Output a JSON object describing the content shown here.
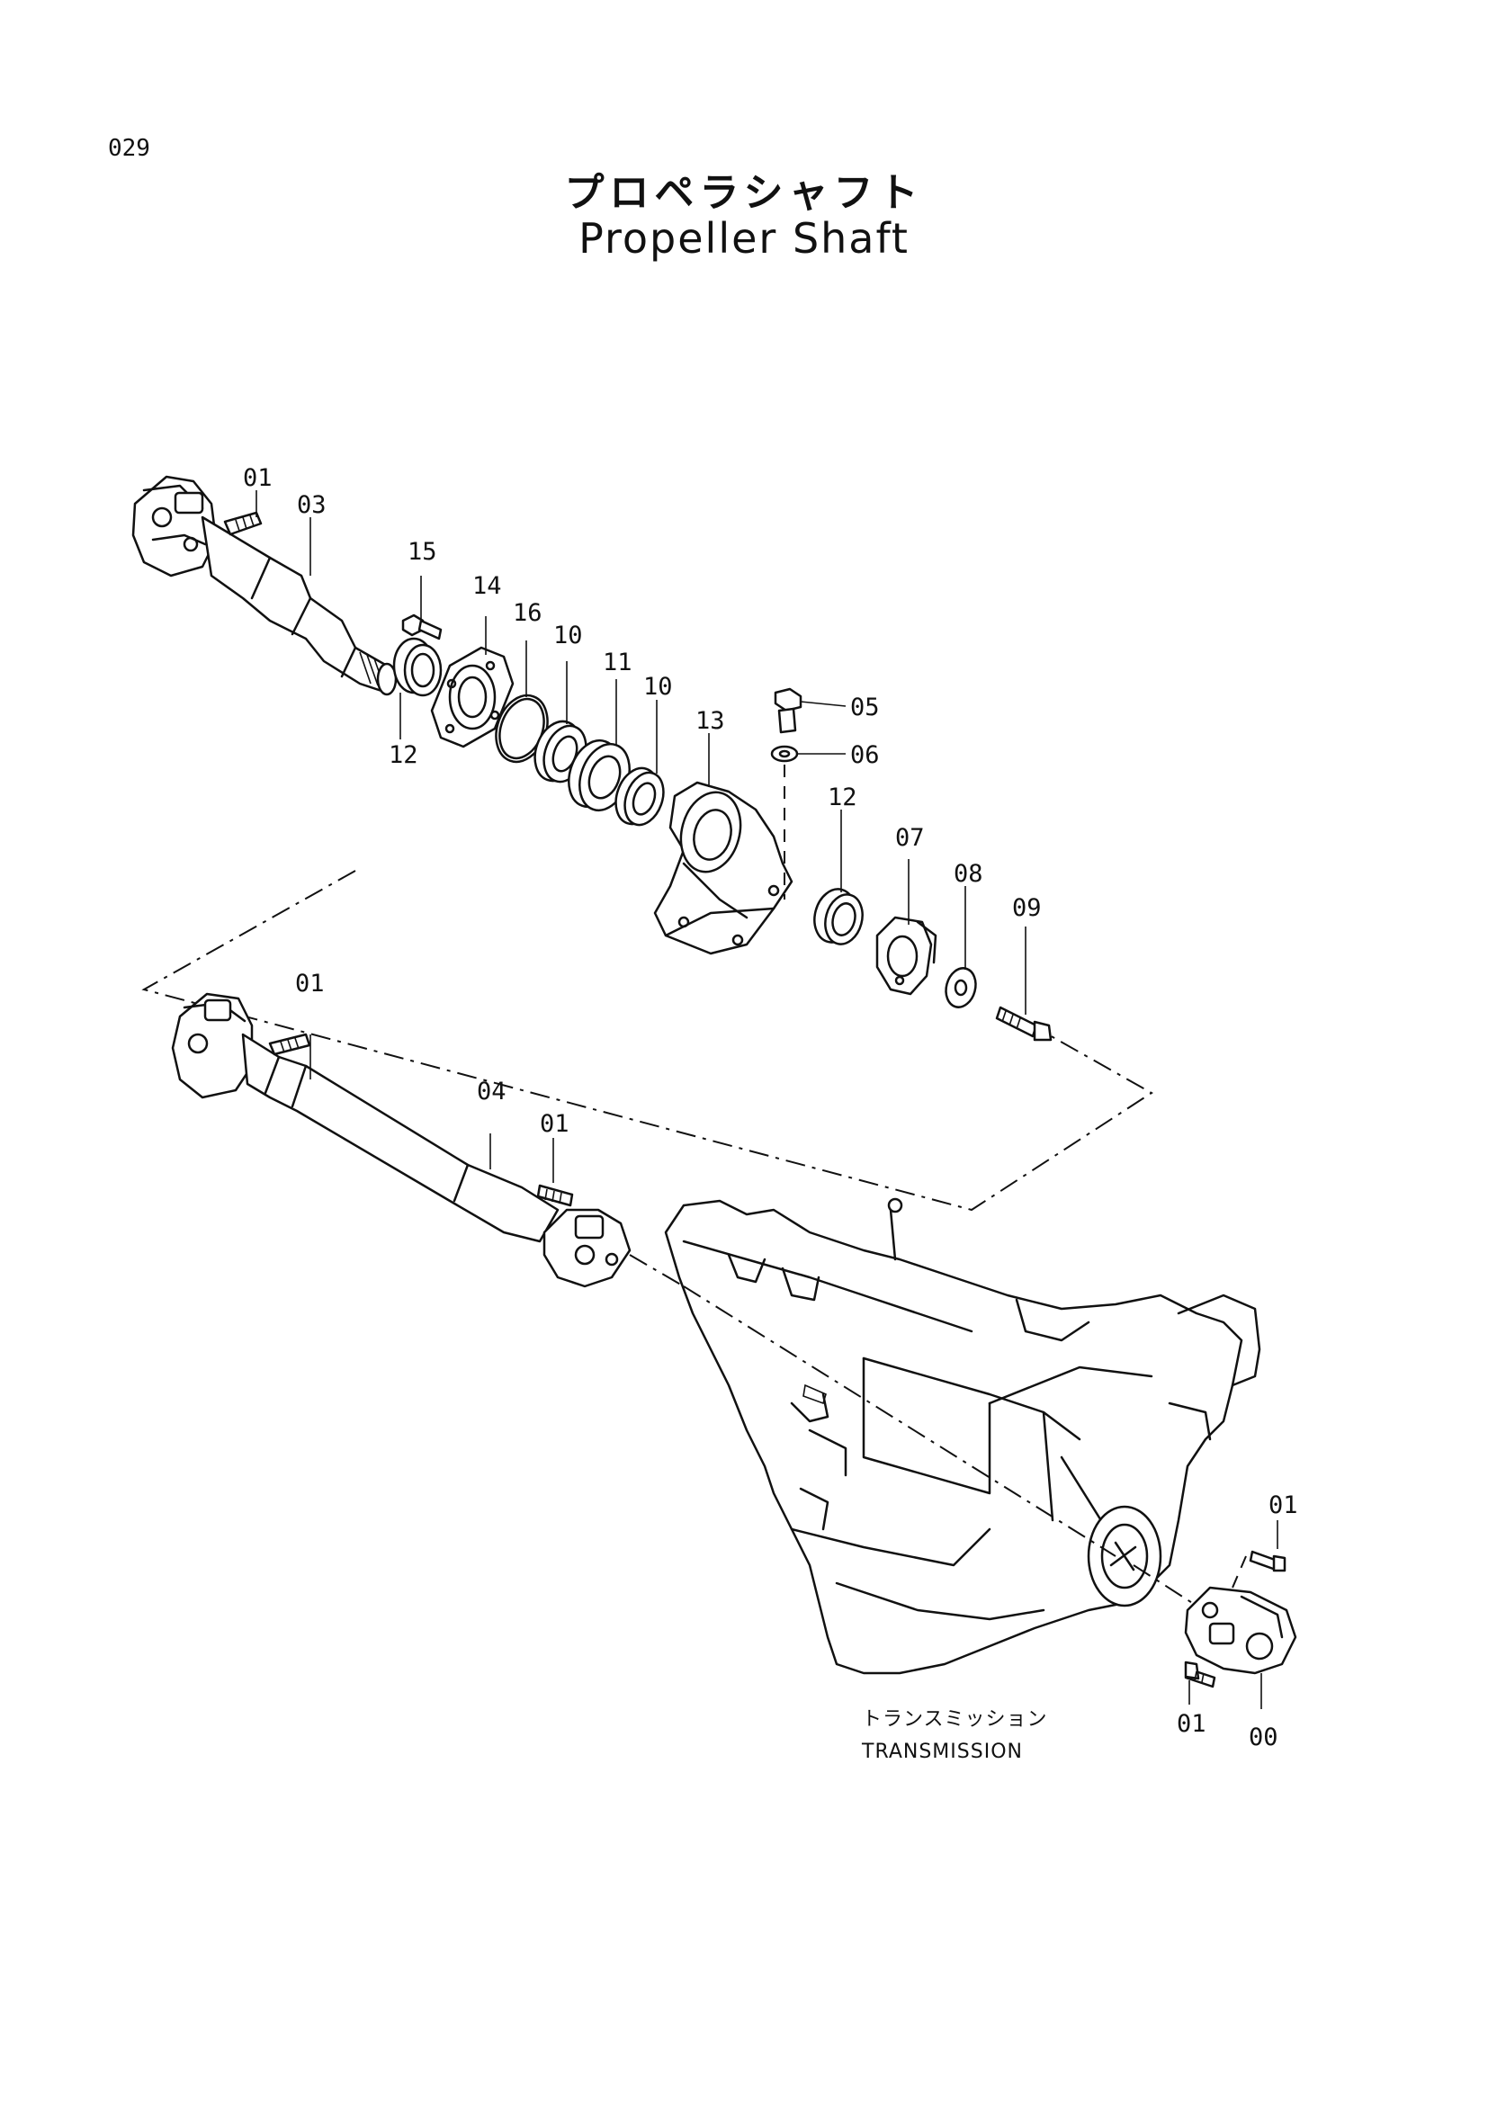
{
  "page_number": "029",
  "title_jp": "プロペラシャフト",
  "title_en": "Propeller Shaft",
  "callouts": [
    {
      "id": "c01a",
      "text": "01"
    },
    {
      "id": "c03",
      "text": "03"
    },
    {
      "id": "c15",
      "text": "15"
    },
    {
      "id": "c14",
      "text": "14"
    },
    {
      "id": "c16",
      "text": "16"
    },
    {
      "id": "c10a",
      "text": "10"
    },
    {
      "id": "c11",
      "text": "11"
    },
    {
      "id": "c10b",
      "text": "10"
    },
    {
      "id": "c12a",
      "text": "12"
    },
    {
      "id": "c13",
      "text": "13"
    },
    {
      "id": "c05",
      "text": "05"
    },
    {
      "id": "c06",
      "text": "06"
    },
    {
      "id": "c12b",
      "text": "12"
    },
    {
      "id": "c07",
      "text": "07"
    },
    {
      "id": "c08",
      "text": "08"
    },
    {
      "id": "c09",
      "text": "09"
    },
    {
      "id": "c01b",
      "text": "01"
    },
    {
      "id": "c04",
      "text": "04"
    },
    {
      "id": "c01c",
      "text": "01"
    },
    {
      "id": "c01d",
      "text": "01"
    },
    {
      "id": "c01e",
      "text": "01"
    },
    {
      "id": "c00",
      "text": "00"
    }
  ],
  "transmission_label_jp": "トランスミッション",
  "transmission_label_en": "TRANSMISSION"
}
